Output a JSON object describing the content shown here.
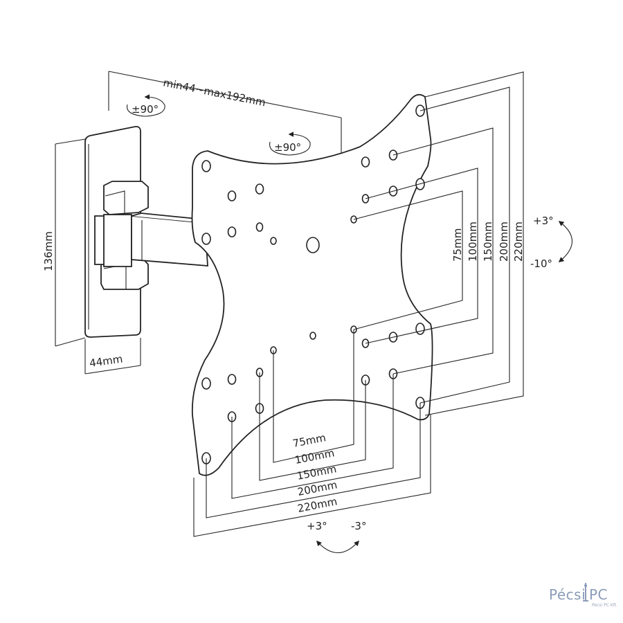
{
  "colors": {
    "line": "#222222",
    "background": "#ffffff",
    "logo": "#8a9bb8"
  },
  "dimensions": {
    "arm_extension": "min44~max192mm",
    "wall_plate_height": "136mm",
    "wall_plate_depth": "44mm"
  },
  "rotations": {
    "swivel_wall": "±90°",
    "swivel_plate": "±90°",
    "tilt_up": "+3°",
    "tilt_down": "-10°",
    "level_plus": "+3°",
    "level_minus": "-3°"
  },
  "vesa_vertical": [
    "75mm",
    "100mm",
    "150mm",
    "200mm",
    "220mm"
  ],
  "vesa_horizontal": [
    "75mm",
    "100mm",
    "150mm",
    "200mm",
    "220mm"
  ],
  "logo": {
    "text_left": "Pécsi",
    "text_right": "PC",
    "subtitle": "Pécsi PC Kft."
  },
  "icons": [
    "rotate-arrow-icon",
    "curved-double-arrow-icon",
    "tower-icon"
  ]
}
